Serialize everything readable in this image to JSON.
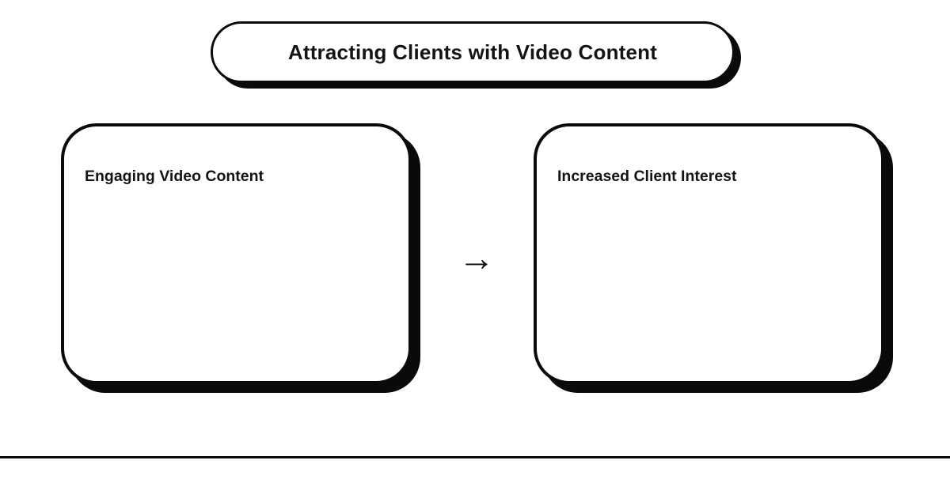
{
  "diagram": {
    "title": "Attracting Clients with Video Content",
    "nodes": [
      {
        "id": "engaging-video-content",
        "label": "Engaging Video Content"
      },
      {
        "id": "increased-client-interest",
        "label": "Increased Client Interest"
      }
    ],
    "connector": {
      "type": "arrow-right",
      "glyph": "→",
      "from": "engaging-video-content",
      "to": "increased-client-interest"
    },
    "colors": {
      "background": "#ffffff",
      "stroke": "#0a0a0a",
      "fill": "#ffffff",
      "text": "#141414"
    }
  }
}
